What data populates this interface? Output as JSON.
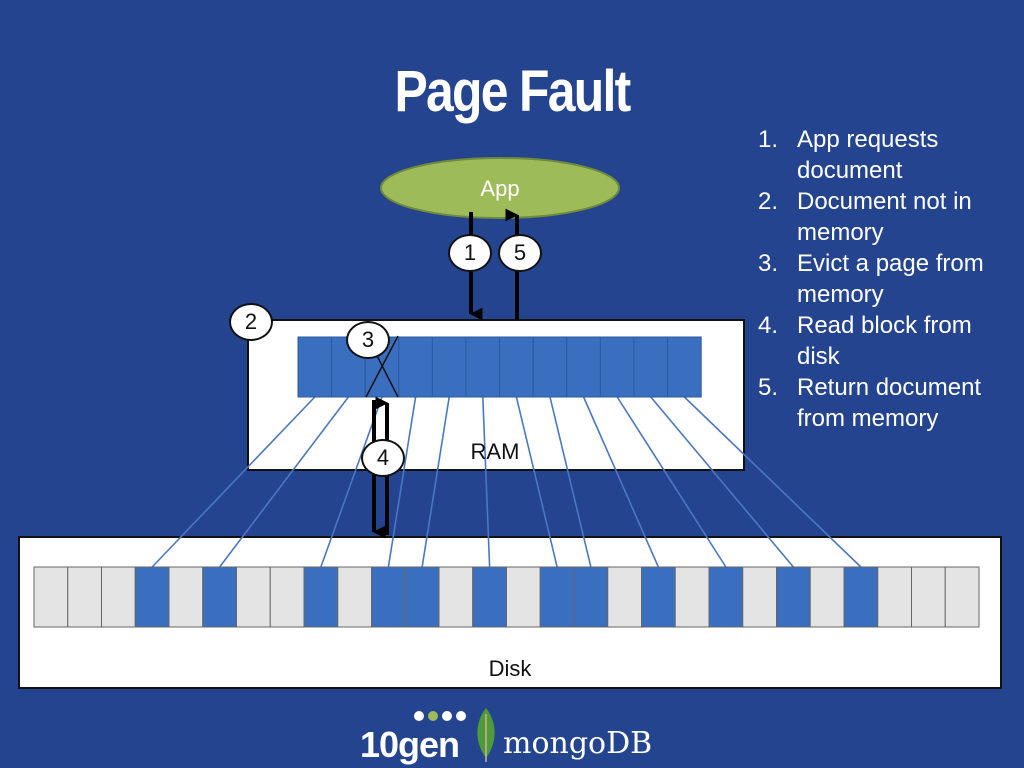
{
  "title": "Page Fault",
  "steps": [
    {
      "num": "1.",
      "text": "App requests document"
    },
    {
      "num": "2.",
      "text": "Document not in memory"
    },
    {
      "num": "3.",
      "text": "Evict a page from memory"
    },
    {
      "num": "4.",
      "text": "Read block from disk"
    },
    {
      "num": "5.",
      "text": "Return document from memory"
    }
  ],
  "labels": {
    "app": "App",
    "ram": "RAM",
    "disk": "Disk"
  },
  "badges": {
    "b1": "1",
    "b2": "2",
    "b3": "3",
    "b4": "4",
    "b5": "5"
  },
  "logo": {
    "left": "10gen",
    "right": "mongoDB"
  },
  "colors": {
    "background": "#24448f",
    "app_fill": "#9dbb59",
    "page_blue": "#3a6fc0",
    "block_gray": "#e4e4e4"
  },
  "disk_pattern": [
    0,
    0,
    0,
    1,
    0,
    1,
    0,
    0,
    1,
    0,
    1,
    1,
    0,
    1,
    0,
    1,
    1,
    0,
    1,
    0,
    1,
    0,
    1,
    0,
    1,
    0,
    0,
    0
  ]
}
